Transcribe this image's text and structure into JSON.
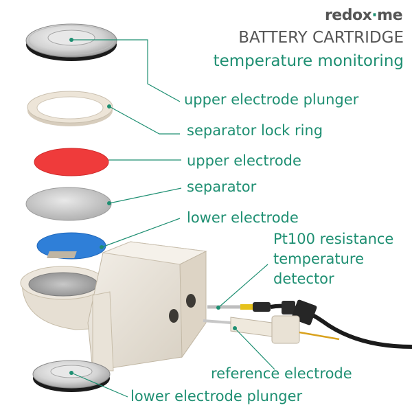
{
  "brand": {
    "prefix": "redox",
    "mark": "·",
    "suffix": "me"
  },
  "title": "BATTERY CARTRIDGE",
  "subtitle": "temperature monitoring",
  "labels": {
    "upper_plunger": "upper electrode plunger",
    "lock_ring": "separator lock ring",
    "upper_electrode": "upper electrode",
    "separator": "separator",
    "lower_electrode": "lower electrode",
    "pt100_line1": "Pt100 resistance",
    "pt100_line2": "temperature",
    "pt100_line3": "detector",
    "reference_electrode": "reference electrode",
    "lower_plunger": "lower electrode plunger"
  },
  "colors": {
    "accent": "#1e8f72",
    "title_gray": "#555555",
    "upper_electrode": "#ef3b3b",
    "lower_electrode": "#2f7fd8",
    "separator": "#b8b8b8",
    "lock_ring": "#e9e0d2",
    "metal": "#d6d6d6",
    "o_ring": "#1b1b1b",
    "cell_body": "#ece6dc"
  }
}
